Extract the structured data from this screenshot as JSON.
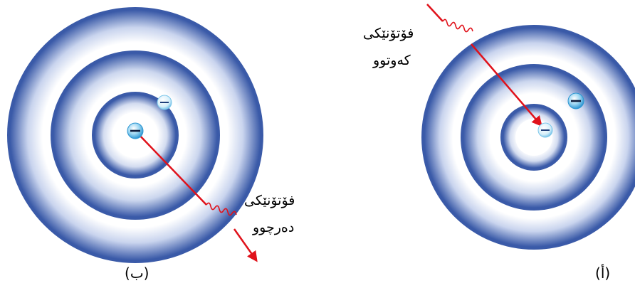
{
  "diagram_left": {
    "panel_label": "(ب)",
    "photon_label_line1": "فۆتۆنێکی",
    "photon_label_line2": "دەرچوو"
  },
  "diagram_right": {
    "panel_label": "(أ)",
    "photon_label_line1": "فۆتۆنێکی",
    "photon_label_line2": "کەوتوو"
  },
  "colors": {
    "orbit_blue": "#3a5aa8",
    "orbit_fill_light": "#eef2fb",
    "electron_fill": "#5bbbe8",
    "electron_fill_light": "#bfe6f7",
    "photon_arrow": "#e0121b",
    "photon_wave": "#e0121b"
  },
  "electron_symbol": "−"
}
